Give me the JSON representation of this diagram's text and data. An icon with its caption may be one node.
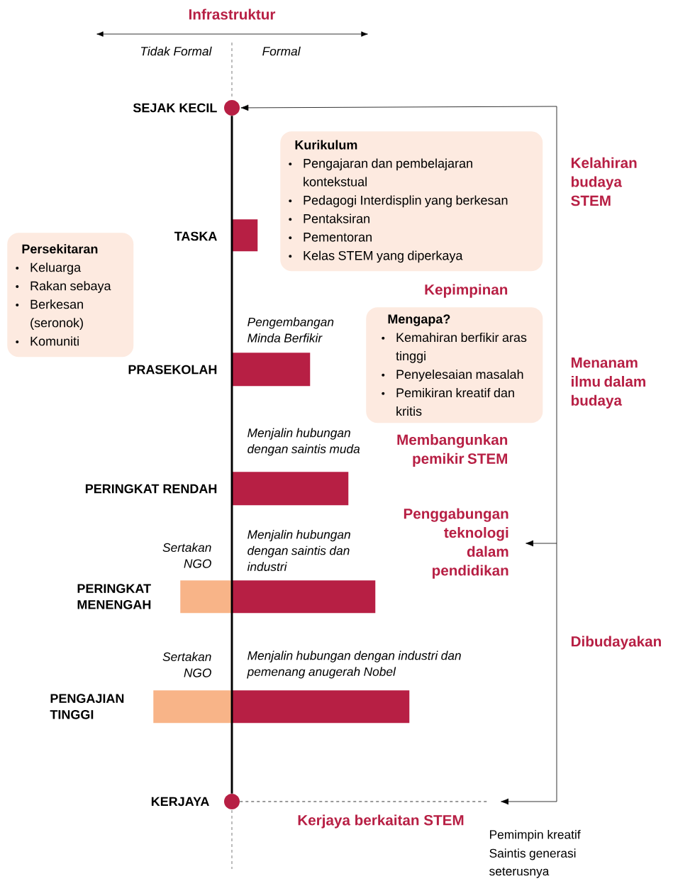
{
  "diagram": {
    "nodes": [
      {
        "text": [],
        "shape": "circle",
        "beside": [
          "SEJAK KECIL"
        ]
      },
      {
        "text": [
          "Kurikulum",
          "Pengajaran dan pembelajaran kontekstual",
          "Pedagogi Interdisplin yang berkesan",
          "Pentaksiran",
          "Pementoran",
          "Kelas STEM yang diperkaya"
        ]
      },
      {
        "text": [],
        "shape": "bar",
        "beside": [
          "TASKA"
        ]
      },
      {
        "text": [
          "Persekitaran",
          "Keluarga",
          "Rakan sebaya",
          "Berkesan (seronok)",
          "Komuniti"
        ]
      },
      {
        "text": [
          "Mengapa?",
          "Kemahiran berfikir aras tinggi",
          "Penyelesaian masalah",
          "Pemikiran kreatif dan kritis"
        ]
      },
      {
        "text": [],
        "shape": "bar",
        "beside": [
          "PRASEKOLAH"
        ]
      },
      {
        "text": [],
        "shape": "bar",
        "beside": [
          "PERINGKAT RENDAH"
        ]
      },
      {
        "text": [
          "Penggabungan teknologi dalam pendidikan"
        ]
      },
      {
        "text": [],
        "shape": "bar",
        "beside": [
          "Sertakan NGO",
          "PERINGKAT MENENGAH"
        ]
      },
      {
        "text": [],
        "shape": "bar"
      },
      {
        "text": [],
        "shape": "bar",
        "beside": [
          "Sertakan NGO",
          "PENGAJIAN TINGGI"
        ]
      },
      {
        "text": [],
        "shape": "bar"
      },
      {
        "text": [],
        "shape": "circle",
        "beside": [
          "KERJAYA"
        ]
      }
    ],
    "edges": [
      {
        "from": null,
        "to": 0,
        "arrow": "both"
      },
      {
        "from": null,
        "to": 7,
        "arrow": "to"
      },
      {
        "from": 12,
        "to": null,
        "arrow": "none",
        "style": "dashed"
      },
      {
        "from": 0,
        "to": 12,
        "arrow": "none",
        "style": "thick"
      }
    ],
    "labels": [
      "Infrastruktur",
      "Tidak Formal",
      "Formal",
      "Kelahiran budaya STEM",
      "Kepimpinan",
      "Pengembangan Minda Berfikir",
      "Menanam ilmu dalam budaya",
      "Menjalin hubungan dengan saintis muda",
      "Membangunkan pemikir STEM",
      "Menjalin hubungan dengan saintis dan industri",
      "Dibudayakan",
      "Menjalin hubungan dengan industri dan pemenang anugerah Nobel",
      "Kerjaya berkaitan STEM",
      "Pemimpin kreatif",
      "Saintis generasi seterusnya"
    ]
  }
}
